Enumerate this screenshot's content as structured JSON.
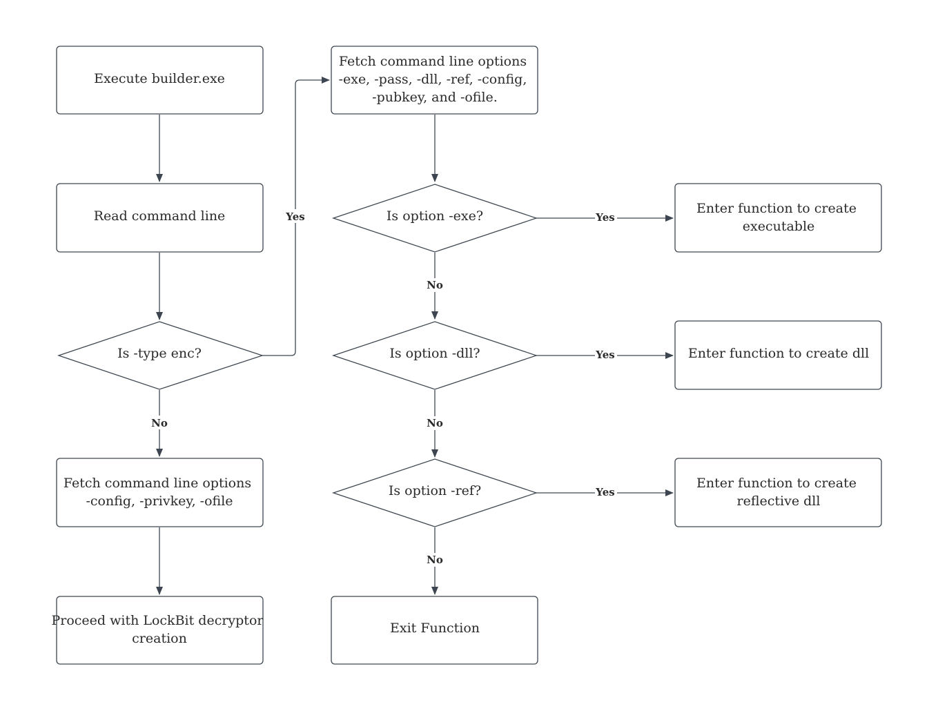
{
  "nodes": {
    "execute_builder": {
      "lines": [
        "Execute builder.exe"
      ]
    },
    "read_cmdline": {
      "lines": [
        "Read command line"
      ]
    },
    "is_type_enc": {
      "lines": [
        "Is -type enc?"
      ]
    },
    "fetch_dec_options": {
      "lines": [
        "Fetch command line options",
        "-config, -privkey, -ofile"
      ]
    },
    "proceed_decryptor": {
      "lines": [
        "Proceed with LockBit decryptor",
        "creation"
      ]
    },
    "fetch_enc_options": {
      "lines": [
        "Fetch command line options",
        "-exe, -pass, -dll, -ref, -config,",
        "-pubkey, and -ofile."
      ]
    },
    "is_option_exe": {
      "lines": [
        "Is option -exe?"
      ]
    },
    "is_option_dll": {
      "lines": [
        "Is option -dll?"
      ]
    },
    "is_option_ref": {
      "lines": [
        "Is option -ref?"
      ]
    },
    "exit_function": {
      "lines": [
        "Exit Function"
      ]
    },
    "create_executable": {
      "lines": [
        "Enter function to create",
        "executable"
      ]
    },
    "create_dll": {
      "lines": [
        "Enter function to create dll"
      ]
    },
    "create_reflective_dll": {
      "lines": [
        "Enter function to create",
        "reflective dll"
      ]
    }
  },
  "edge_labels": {
    "enc_yes": "Yes",
    "enc_no": "No",
    "exe_yes": "Yes",
    "exe_no": "No",
    "dll_yes": "Yes",
    "dll_no": "No",
    "ref_yes": "Yes",
    "ref_no": "No"
  },
  "colors": {
    "stroke": "#3d4650",
    "text": "#2a2a2a",
    "background": "#ffffff"
  }
}
